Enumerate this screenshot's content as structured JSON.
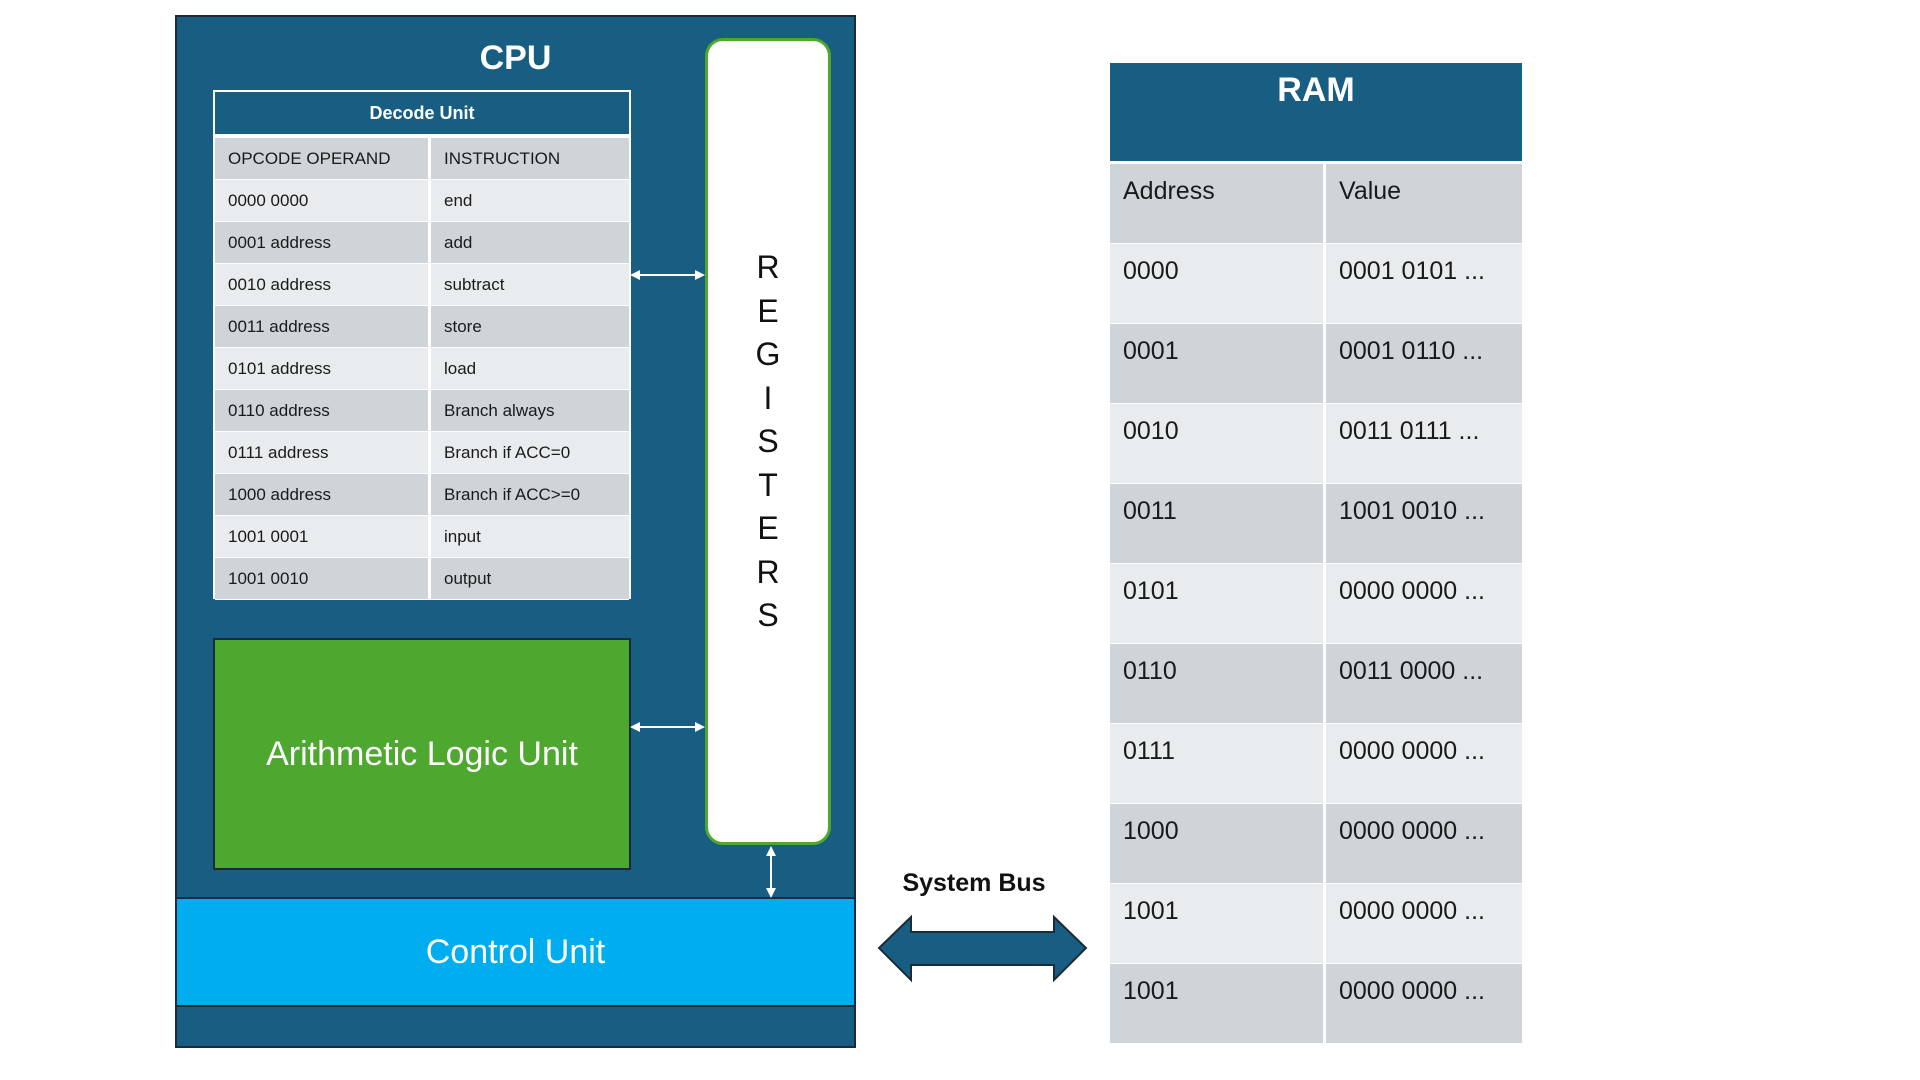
{
  "cpu": {
    "title": "CPU"
  },
  "decode_unit": {
    "title": "Decode Unit",
    "rows": [
      [
        "OPCODE OPERAND",
        "INSTRUCTION"
      ],
      [
        "0000 0000",
        "end"
      ],
      [
        "0001 address",
        "add"
      ],
      [
        "0010 address",
        "subtract"
      ],
      [
        "0011 address",
        "store"
      ],
      [
        "0101 address",
        "load"
      ],
      [
        "0110 address",
        "Branch always"
      ],
      [
        "0111 address",
        "Branch if ACC=0"
      ],
      [
        "1000 address",
        "Branch if ACC>=0"
      ],
      [
        "1001 0001",
        "input"
      ],
      [
        "1001 0010",
        "output"
      ]
    ]
  },
  "alu": {
    "label": "Arithmetic Logic Unit"
  },
  "registers": {
    "letters": [
      "R",
      "E",
      "G",
      "I",
      "S",
      "T",
      "E",
      "R",
      "S"
    ]
  },
  "control_unit": {
    "label": "Control Unit"
  },
  "system_bus": {
    "label": "System Bus"
  },
  "ram": {
    "title": "RAM",
    "rows": [
      [
        "Address",
        "Value"
      ],
      [
        "0000",
        "0001 0101 ..."
      ],
      [
        "0001",
        "0001 0110 ..."
      ],
      [
        "0010",
        "0011 0111 ..."
      ],
      [
        "0011",
        "1001 0010 ..."
      ],
      [
        "0101",
        "0000 0000 ..."
      ],
      [
        "0110",
        "0011 0000 ..."
      ],
      [
        "0111",
        "0000 0000 ..."
      ],
      [
        "1000",
        "0000 0000 ..."
      ],
      [
        "1001",
        "0000 0000 ..."
      ],
      [
        "1001",
        "0000 0000 ..."
      ]
    ]
  },
  "colors": {
    "cpu_blue": "#175e82",
    "alu_green": "#4ea72e",
    "control_cyan": "#00aeef",
    "row_dark": "#cfd4d9",
    "row_light": "#e9ecee"
  }
}
